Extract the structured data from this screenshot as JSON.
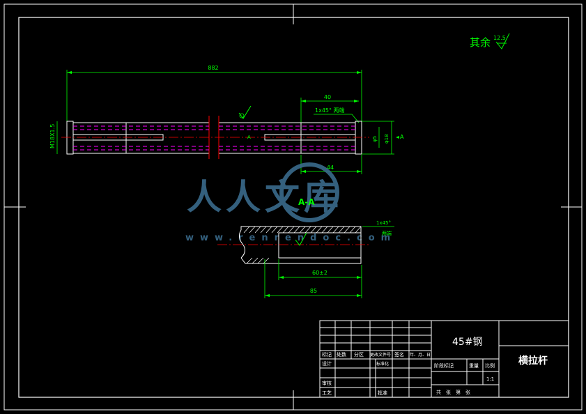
{
  "roughness": {
    "prefix": "其余",
    "value": "12.5"
  },
  "shaft": {
    "total_length": "882",
    "end_length_top": "40",
    "end_length_bottom": "44",
    "chamfer_note": "1x45° 两端",
    "thread_left": "M18X1.5",
    "dia_a": "φ18",
    "dia_b": "φ5",
    "section_mark_left": "A",
    "section_mark_right": "A"
  },
  "section": {
    "title": "A-A",
    "chamfer": "1x45°",
    "chamfer_note": "两端",
    "dim_inner": "60±2",
    "dim_outer": "85"
  },
  "watermark": {
    "text": "人人文库",
    "url": "www.renrendoc.com"
  },
  "title_block": {
    "material": "45#钢",
    "part_name": "横拉杆",
    "scale": "1:1",
    "rev_headers": [
      "标记",
      "处数",
      "分区",
      "更改文件号",
      "签名",
      "年、月、日"
    ],
    "row_design": "设计",
    "row_standard": "标准化",
    "row_review": "审核",
    "row_process": "工艺",
    "row_approve": "批准",
    "stage_mark": "阶段标记",
    "weight": "重量",
    "ratio": "比例",
    "sheets": "共　张　第　张"
  },
  "colors": {
    "frame": "#ffffff",
    "dimension": "#00ff00",
    "hidden": "#ff00ff",
    "center": "#ff0000",
    "watermark": "#3a6b8c"
  }
}
